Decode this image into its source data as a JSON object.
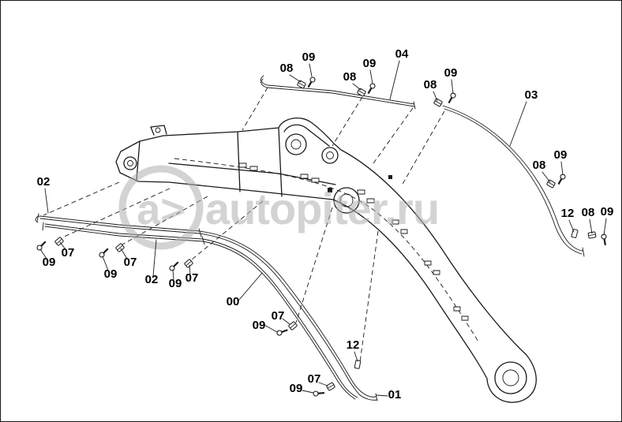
{
  "watermark": {
    "logo": "a>",
    "text": "autopiter.ru"
  },
  "colors": {
    "line": "#1a1a1a",
    "watermark": "#b0b0b0",
    "background": "#ffffff",
    "label": "#000000"
  },
  "labels": [
    {
      "text": "08"
    },
    {
      "text": "09"
    },
    {
      "text": "08"
    },
    {
      "text": "09"
    },
    {
      "text": "04"
    },
    {
      "text": "08"
    },
    {
      "text": "09"
    },
    {
      "text": "03"
    },
    {
      "text": "08"
    },
    {
      "text": "09"
    },
    {
      "text": "12"
    },
    {
      "text": "08"
    },
    {
      "text": "09"
    },
    {
      "text": "02"
    },
    {
      "text": "09"
    },
    {
      "text": "07"
    },
    {
      "text": "09"
    },
    {
      "text": "07"
    },
    {
      "text": "02"
    },
    {
      "text": "09"
    },
    {
      "text": "07"
    },
    {
      "text": "00"
    },
    {
      "text": "09"
    },
    {
      "text": "07"
    },
    {
      "text": "12"
    },
    {
      "text": "09"
    },
    {
      "text": "07"
    },
    {
      "text": "01"
    }
  ]
}
